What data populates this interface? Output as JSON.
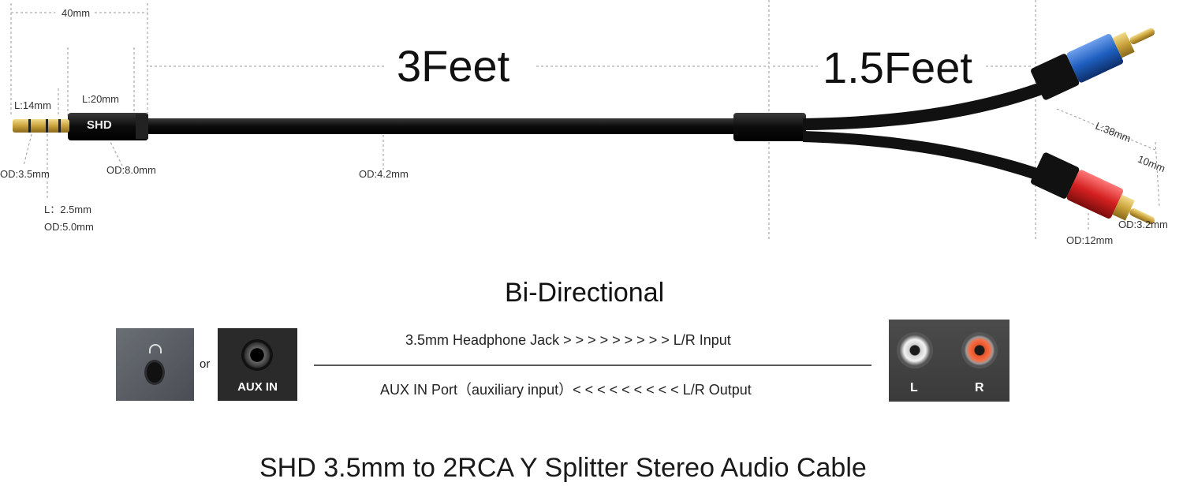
{
  "dimensions": {
    "length_total_label": "40mm",
    "plug_tip_length": "L:14mm",
    "plug_body_length": "L:20mm",
    "plug_od": "OD:3.5mm",
    "plug_housing_od": "OD:8.0mm",
    "ring_length": "L：2.5mm",
    "ring_od": "OD:5.0mm",
    "cable_od": "OD:4.2mm",
    "main_length": "3Feet",
    "branch_length": "1.5Feet",
    "rca_length": "L:38mm",
    "rca_tip": "10mm",
    "rca_pin_od": "OD:3.2mm",
    "rca_od": "OD:12mm"
  },
  "brand_logo": "SHD",
  "section": {
    "heading": "Bi-Directional",
    "or_label": "or",
    "aux_label": "AUX IN",
    "line_top": "3.5mm Headphone Jack  > > > > > > > > > L/R  Input",
    "line_bottom": "AUX IN Port（auxiliary input）< < < < < < < < < L/R Output",
    "rca_left": "L",
    "rca_right": "R"
  },
  "footer_title": "SHD 3.5mm to 2RCA Y Splitter Stereo Audio Cable",
  "colors": {
    "blue_rca": "#1f5fc0",
    "red_rca": "#d42020",
    "gold": "#c9a23a",
    "cable": "#111111"
  },
  "icons": [
    "headphone-icon",
    "jack-port-icon",
    "rca-socket-icon"
  ]
}
